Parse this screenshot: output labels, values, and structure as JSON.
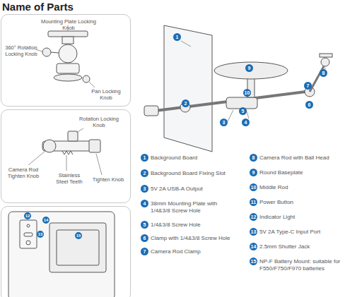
{
  "diagram": {
    "title": "Name of Parts",
    "nodes": [
      {
        "text": [
          "Mounting Plate Locking Knob",
          "360° Rotation Locking Knob",
          "Pan Locking Knob"
        ]
      },
      {
        "text": [
          "Rotation Locking Knob",
          "Camera Rod Tighten Knob",
          "Stainless Steel Teeth",
          "Tighten Knob"
        ]
      },
      {
        "text": [
          "12",
          "14",
          "13",
          "15"
        ]
      }
    ],
    "labels": [
      "1",
      "9",
      "8",
      "7",
      "2",
      "6",
      "10",
      "5",
      "3",
      "4",
      "1",
      "Background Board",
      "2",
      "Background Board Fixing Slot",
      "3",
      "5V 2A USB-A Output",
      "4",
      "38mm Mounting Plate with 1/4&3/8 Screw Hole",
      "5",
      "1/4&3/8 Screw Hole",
      "6",
      "Clamp with 1/4&3/8 Screw Hole",
      "7",
      "Camera Rod Clamp",
      "8",
      "Camera Rod with Ball Head",
      "9",
      "Round Baseplate",
      "10",
      "Middle Rod",
      "11",
      "Power Button",
      "12",
      "Indicator Light",
      "13",
      "5V 2A Type-C Input Port",
      "14",
      "2.5mm Shutter Jack",
      "15",
      "NP-F Battery Mount: suitable for F550/F750/F970 batteries"
    ]
  }
}
